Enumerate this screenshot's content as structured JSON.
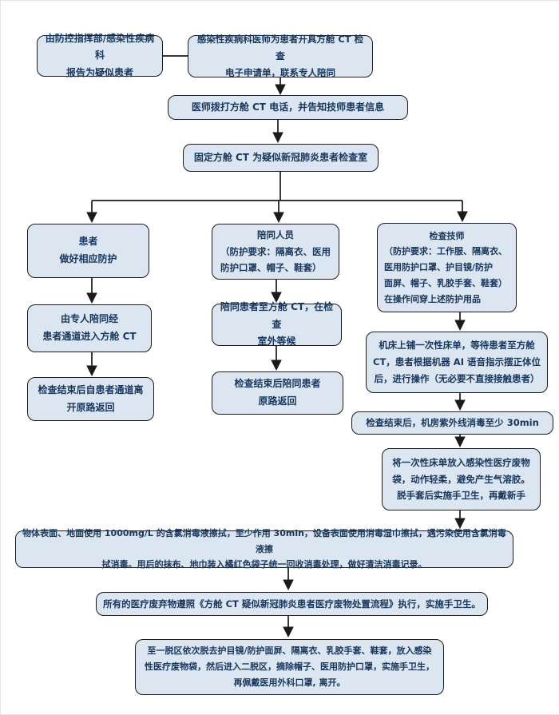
{
  "flow": {
    "colors": {
      "box_fill": "#dce6f1",
      "box_border": "#1c1c1c",
      "text": "#17375e",
      "arrow": "#1a1a1a",
      "background": "#ffffff"
    },
    "boxes": {
      "report_suspected": {
        "text": "由防控指挥部/感染性疾病科\n报告为疑似患者"
      },
      "ct_order": {
        "text": "感染性疾病科医师为患者开具方舱 CT 检查\n电子申请单，联系专人陪同"
      },
      "phone_notify": {
        "text": "医师拨打方舱 CT 电话，并告知技师患者信息"
      },
      "fixed_room": {
        "text": "固定方舱 CT 为疑似新冠肺炎患者检查室"
      },
      "patient_role": {
        "text": "患者\n做好相应防护"
      },
      "escort_role": {
        "title": "陪同人员",
        "text": "（防护要求：隔离衣、医用\n防护口罩、帽子、鞋套）"
      },
      "technician_role": {
        "title": "检查技师",
        "text": "（防护要求：工作服、隔离衣、\n医用防护口罩、护目镜/防护\n面屏、帽子、乳胶手套、鞋套）\n在操作间穿上述防护用品"
      },
      "patient_enter": {
        "text": "由专人陪同经\n患者通道进入方舱 CT"
      },
      "patient_leave": {
        "text": "检查结束后自患者通道离\n开原路返回"
      },
      "escort_wait": {
        "text": "陪同患者至方舱 CT，在检查\n室外等候"
      },
      "escort_return": {
        "text": "检查结束后陪同患者\n原路返回"
      },
      "tech_operate": {
        "text": "机床上铺一次性床单，等待患者至方舱\nCT，患者根据机器 AI 语音指示摆正体位\n后，进行操作（无必要不直接接触患者）"
      },
      "uv_disinfection": {
        "text": "检查结束后，机房紫外线消毒至少 30min"
      },
      "sheet_disposal": {
        "text": "将一次性床单放入感染性医疗废物\n袋，动作轻柔，避免产生气溶胶。\n脱手套后实施手卫生，再戴新手"
      },
      "surface_disinfection": {
        "text": "物体表面、地面使用 1000mg/L 的含氯消毒液擦拭，至少作用 30min，设备表面使用消毒湿巾擦拭，遇污染使用含氯消毒液擦\n拭消毒。用后的抹布、地巾装入橘红色袋子统一回收消毒处理，做好清洁消毒记录。"
      },
      "medical_waste": {
        "text": "所有的医疗废弃物遵照《方舱 CT 疑似新冠肺炎患者医疗废物处置流程》执行，实施手卫生。"
      },
      "doffing_procedure": {
        "text": "至一脱区依次脱去护目镜/防护面屏、隔离衣、乳胶手套、鞋套，放入感染\n性医疗废物袋，然后进入二脱区，摘除帽子、医用防护口罩，实施手卫生，\n再佩戴医用外科口罩, 离开。"
      }
    }
  }
}
